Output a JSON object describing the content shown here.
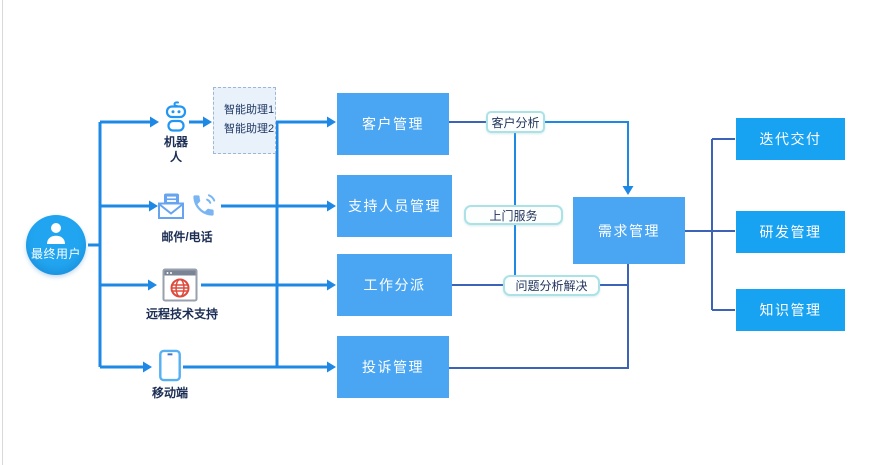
{
  "user_node": {
    "label": "最终用户"
  },
  "channels": [
    {
      "label": "机器人"
    },
    {
      "label": "邮件/电话"
    },
    {
      "label": "远程技术支持"
    },
    {
      "label": "移动端"
    }
  ],
  "assistant_panel": {
    "items": [
      "智能助理1",
      "智能助理2"
    ]
  },
  "process_boxes": [
    {
      "label": "客户管理"
    },
    {
      "label": "支持人员管理"
    },
    {
      "label": "工作分派"
    },
    {
      "label": "投诉管理"
    }
  ],
  "flow_tags": [
    {
      "label": "客户分析"
    },
    {
      "label": "上门服务"
    },
    {
      "label": "问题分析解决"
    }
  ],
  "demand_node": {
    "label": "需求管理"
  },
  "output_boxes": [
    {
      "label": "迭代交付"
    },
    {
      "label": "研发管理"
    },
    {
      "label": "知识管理"
    }
  ],
  "colors": {
    "process_box_blue": "#4aa6f2",
    "output_box_blue": "#18a2f2",
    "user_circle_blue": "#22a5f0",
    "bright_line": "#1e88e5",
    "dark_line": "#3c63b5",
    "tag_border": "#ace2e6",
    "dark_text": "#22345c",
    "globe_red": "#dd4a3e"
  }
}
